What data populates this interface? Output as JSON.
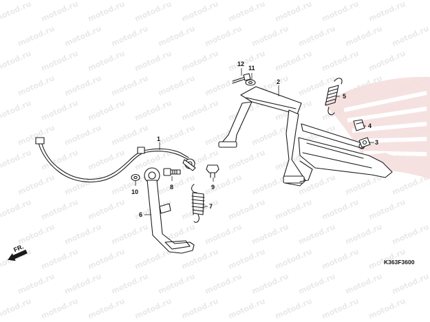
{
  "watermark_text": "motod.ru",
  "callouts": [
    "1",
    "2",
    "3",
    "4",
    "5",
    "6",
    "7",
    "8",
    "9",
    "10",
    "11",
    "12"
  ],
  "drawing_code": "K363F3600",
  "direction_label": "FR.",
  "colors": {
    "line": "#1a1a1a",
    "watermark": "#e9e9e9",
    "logo_red": "#f2c9c9"
  },
  "icons": [
    "front-direction-arrow-icon",
    "honda-wing-logo-icon"
  ]
}
